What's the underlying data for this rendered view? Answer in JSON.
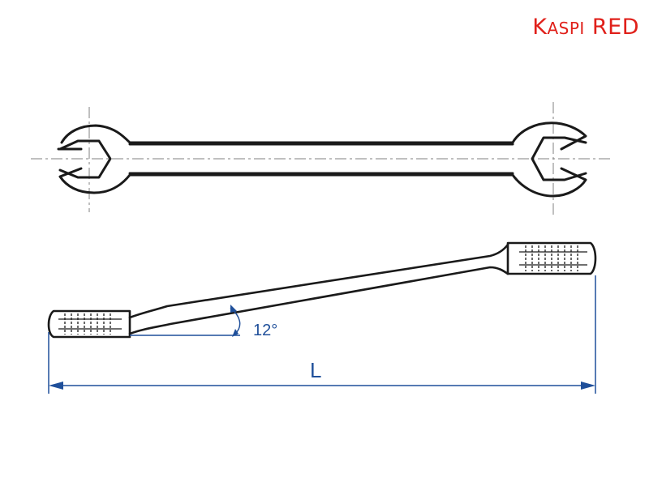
{
  "brand": {
    "first_initial": "K",
    "first_rest": "ASPI",
    "second": "RED",
    "color": "#e0201a"
  },
  "dimensions": {
    "angle_label": "12°",
    "length_label": "L",
    "dimension_color": "#1f4f9a"
  },
  "colors": {
    "outline": "#1a1a1a",
    "centerline": "#808080"
  }
}
